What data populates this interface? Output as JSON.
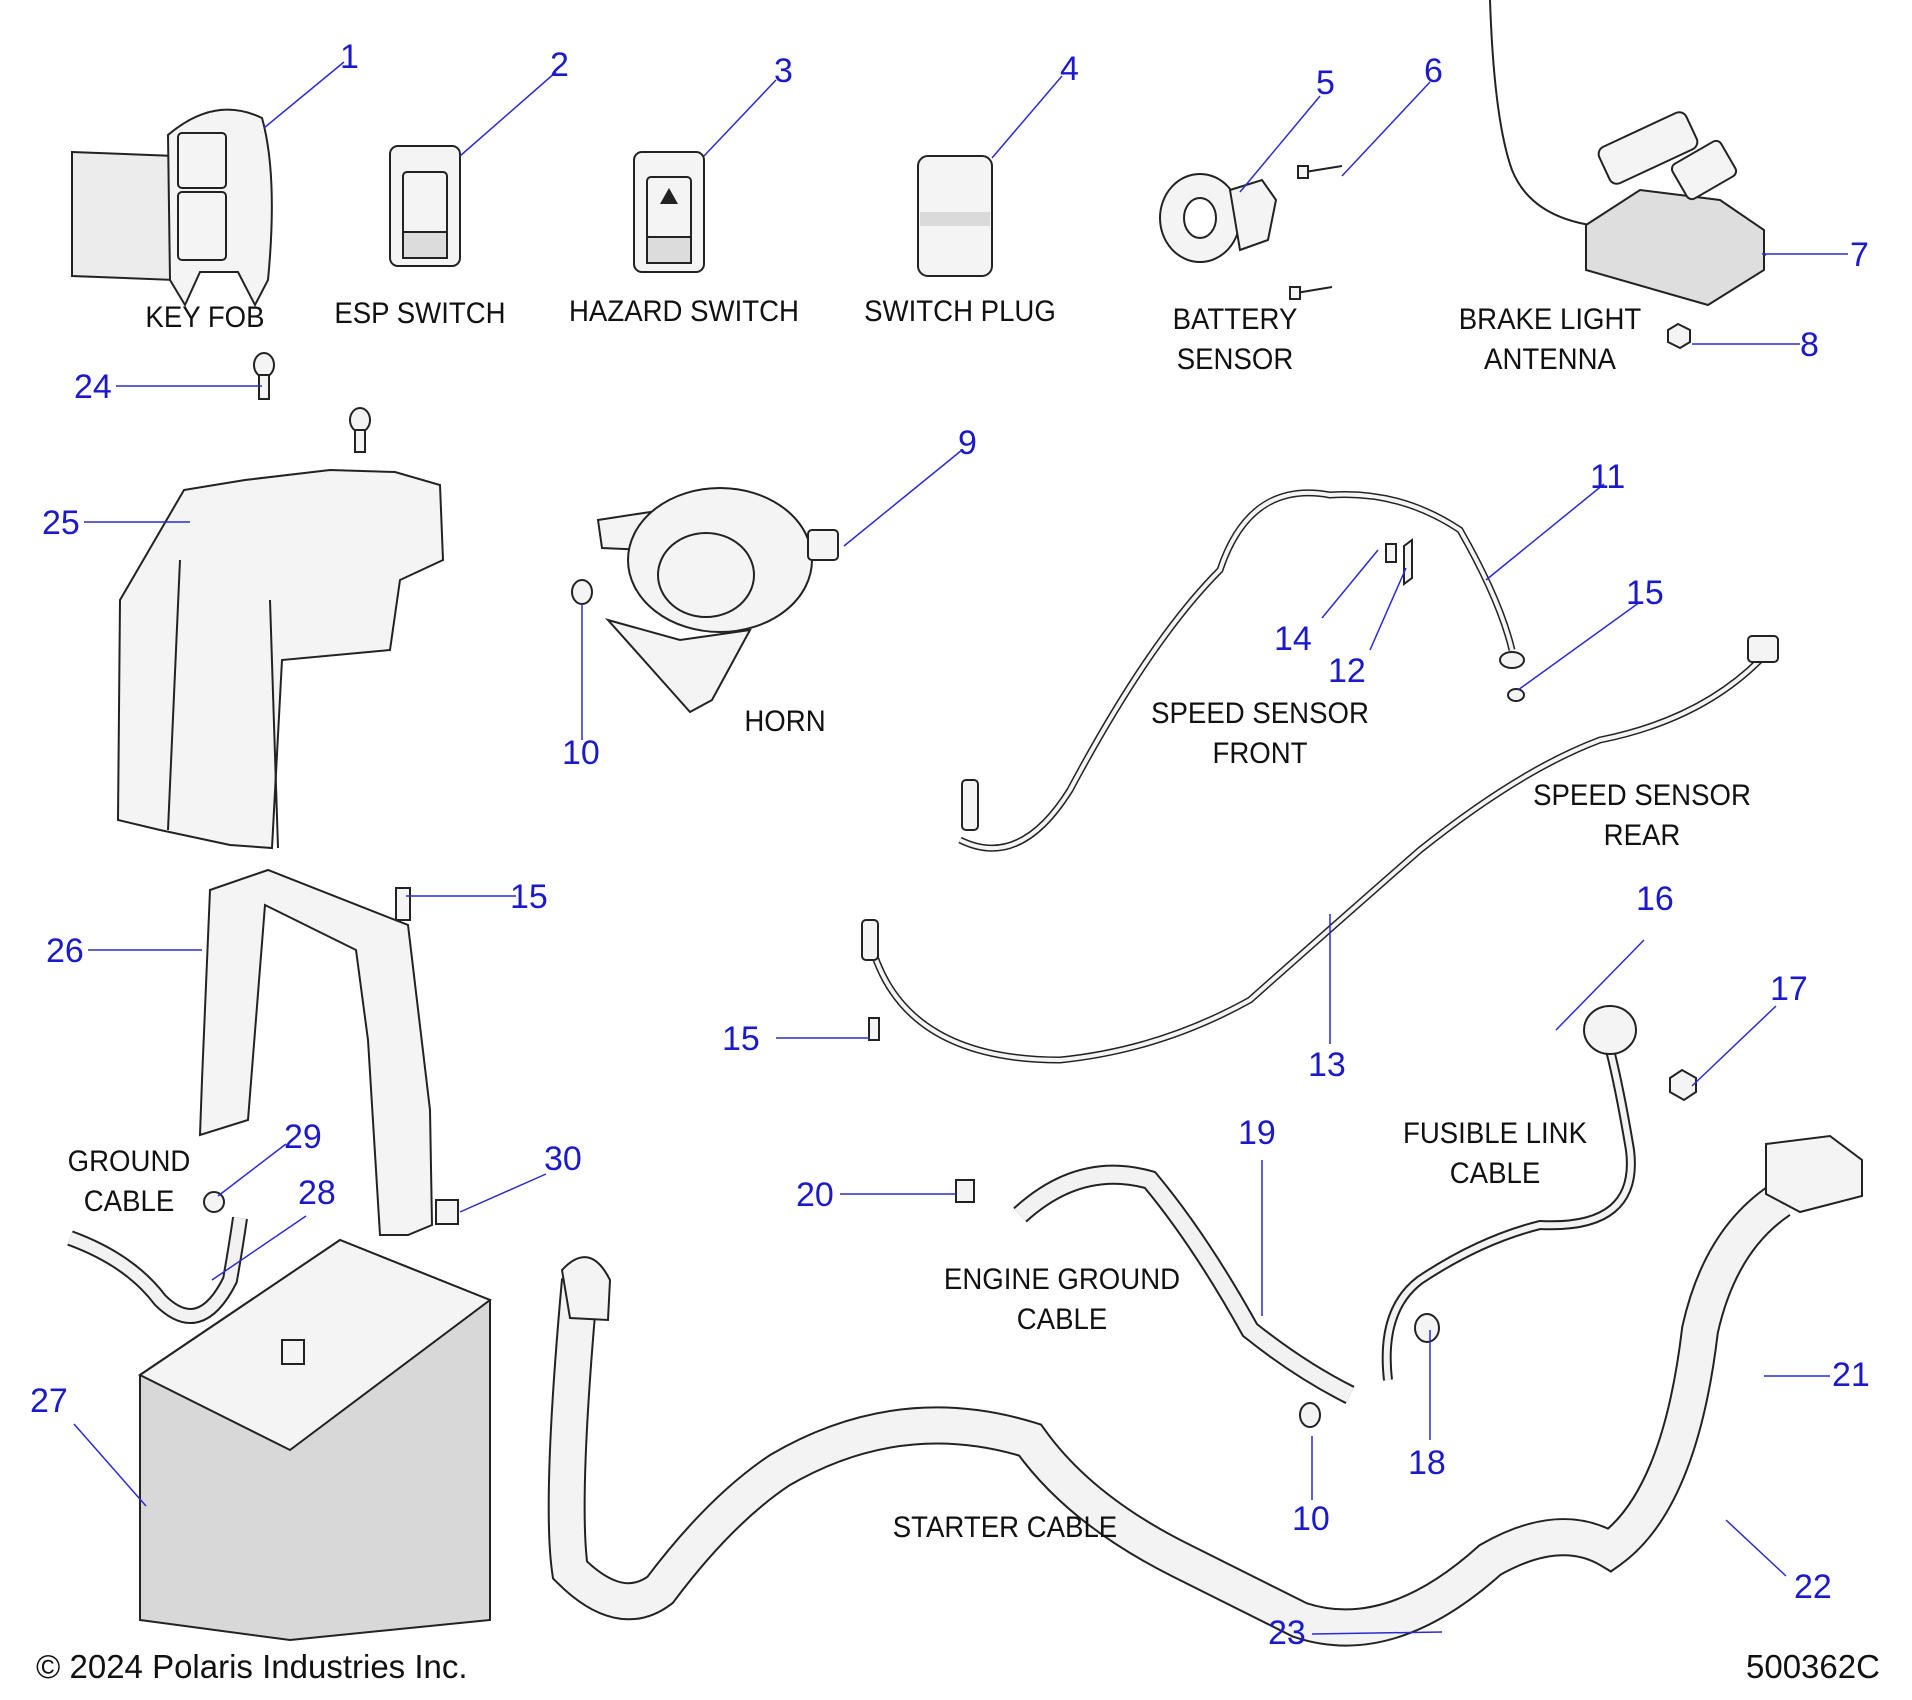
{
  "diagram": {
    "title": "Polaris electrical parts exploded view",
    "copyright": "© 2024 Polaris Industries Inc.",
    "drawing_number": "500362C",
    "colors": {
      "callout": "#1a1acc",
      "label": "#111111",
      "part_fill": "#f4f4f4"
    },
    "labels": {
      "key_fob": "KEY FOB",
      "esp_switch": "ESP SWITCH",
      "hazard_switch": "HAZARD SWITCH",
      "switch_plug": "SWITCH PLUG",
      "battery_sensor_1": "BATTERY",
      "battery_sensor_2": "SENSOR",
      "brake_light_1": "BRAKE LIGHT",
      "brake_light_2": "ANTENNA",
      "horn": "HORN",
      "speed_front_1": "SPEED SENSOR",
      "speed_front_2": "FRONT",
      "speed_rear_1": "SPEED SENSOR",
      "speed_rear_2": "REAR",
      "ground_cable_1": "GROUND",
      "ground_cable_2": "CABLE",
      "engine_ground_1": "ENGINE GROUND",
      "engine_ground_2": "CABLE",
      "fusible_1": "FUSIBLE LINK",
      "fusible_2": "CABLE",
      "starter_cable": "STARTER CABLE"
    },
    "callouts": {
      "c1": "1",
      "c2": "2",
      "c3": "3",
      "c4": "4",
      "c5": "5",
      "c6": "6",
      "c7": "7",
      "c8": "8",
      "c9": "9",
      "c10a": "10",
      "c10b": "10",
      "c11": "11",
      "c12": "12",
      "c13": "13",
      "c14": "14",
      "c15a": "15",
      "c15b": "15",
      "c15c": "15",
      "c16": "16",
      "c17": "17",
      "c18": "18",
      "c19": "19",
      "c20": "20",
      "c21": "21",
      "c22": "22",
      "c23": "23",
      "c24": "24",
      "c25": "25",
      "c26": "26",
      "c27": "27",
      "c28": "28",
      "c29": "29",
      "c30": "30"
    }
  }
}
